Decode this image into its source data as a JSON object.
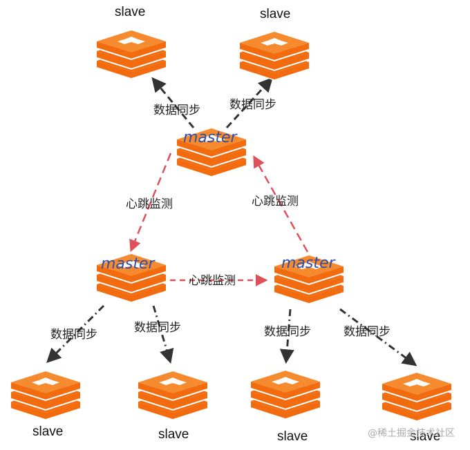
{
  "colors": {
    "accent": "#f26b0f",
    "replication_edge": "#333333",
    "heartbeat_edge": "#e0505a",
    "master_text": "#2f4ea8",
    "label_text": "#222222"
  },
  "nodes": {
    "master_top": {
      "label": "master",
      "role": "master"
    },
    "master_left": {
      "label": "master",
      "role": "master"
    },
    "master_right": {
      "label": "master",
      "role": "master"
    },
    "slave_top_left": {
      "label": "slave",
      "role": "slave"
    },
    "slave_top_right": {
      "label": "slave",
      "role": "slave"
    },
    "slave_bottom_1": {
      "label": "slave",
      "role": "slave"
    },
    "slave_bottom_2": {
      "label": "slave",
      "role": "slave"
    },
    "slave_bottom_3": {
      "label": "slave",
      "role": "slave"
    },
    "slave_bottom_4": {
      "label": "slave",
      "role": "slave"
    }
  },
  "edges": {
    "sync_top_left": {
      "label": "数据同步",
      "type": "replication"
    },
    "sync_top_right": {
      "label": "数据同步",
      "type": "replication"
    },
    "heartbeat_top_to_left": {
      "label": "心跳监测",
      "type": "heartbeat"
    },
    "heartbeat_right_to_top": {
      "label": "心跳监测",
      "type": "heartbeat"
    },
    "heartbeat_left_to_right": {
      "label": "心跳监测",
      "type": "heartbeat"
    },
    "sync_left_1": {
      "label": "数据同步",
      "type": "replication"
    },
    "sync_left_2": {
      "label": "数据同步",
      "type": "replication"
    },
    "sync_right_1": {
      "label": "数据同步",
      "type": "replication"
    },
    "sync_right_2": {
      "label": "数据同步",
      "type": "replication"
    }
  },
  "icons": {
    "node_icon": "redis-stack-icon"
  },
  "watermark": "@稀土掘金技术社区"
}
